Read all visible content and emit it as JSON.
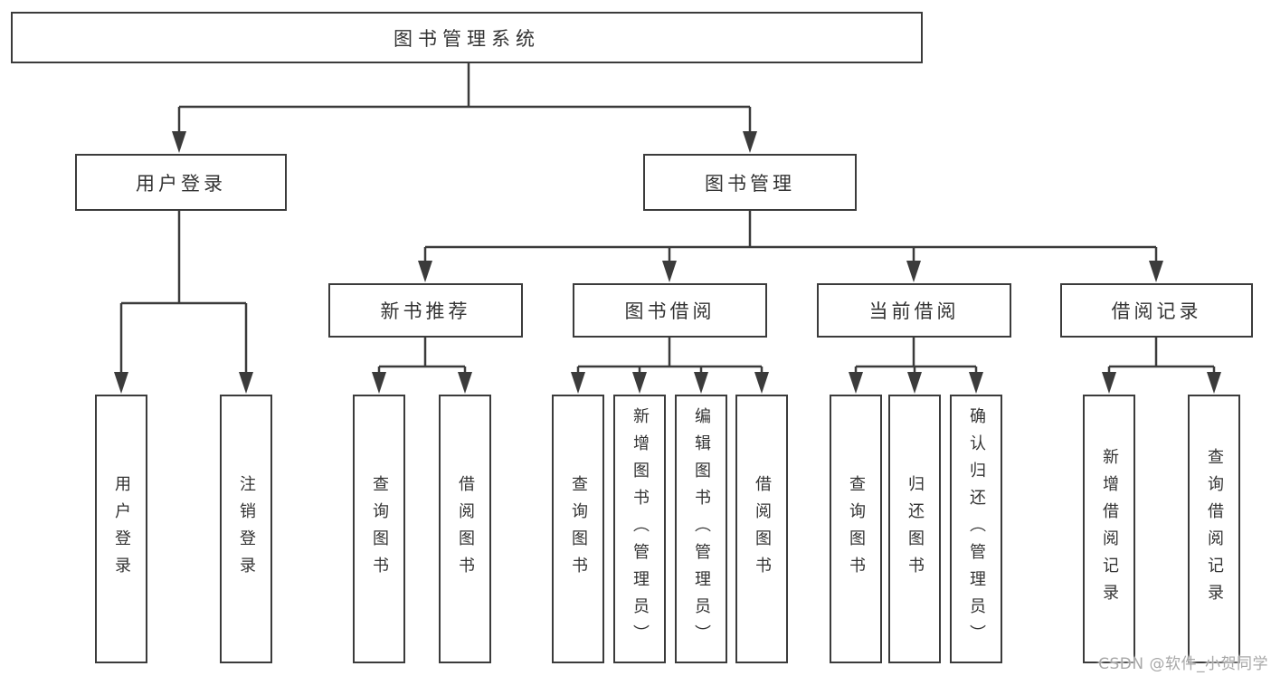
{
  "colors": {
    "line": "#3b3b3b",
    "text": "#333333",
    "watermark": "#a8a8a8",
    "background": "#ffffff"
  },
  "tree": {
    "root": {
      "label": "图书管理系统"
    },
    "branches": [
      {
        "label": "用户登录",
        "children": [
          {
            "label": "用户登录"
          },
          {
            "label": "注销登录"
          }
        ]
      },
      {
        "label": "图书管理",
        "children": [
          {
            "label": "新书推荐",
            "children": [
              {
                "label": "查询图书"
              },
              {
                "label": "借阅图书"
              }
            ]
          },
          {
            "label": "图书借阅",
            "children": [
              {
                "label": "查询图书"
              },
              {
                "label": "新增图书（管理员）"
              },
              {
                "label": "编辑图书（管理员）"
              },
              {
                "label": "借阅图书"
              }
            ]
          },
          {
            "label": "当前借阅",
            "children": [
              {
                "label": "查询图书"
              },
              {
                "label": "归还图书"
              },
              {
                "label": "确认归还（管理员）"
              }
            ]
          },
          {
            "label": "借阅记录",
            "children": [
              {
                "label": "新增借阅记录"
              },
              {
                "label": "查询借阅记录"
              }
            ]
          }
        ]
      }
    ]
  },
  "watermark": {
    "text": "CSDN @软件_小贺同学"
  }
}
